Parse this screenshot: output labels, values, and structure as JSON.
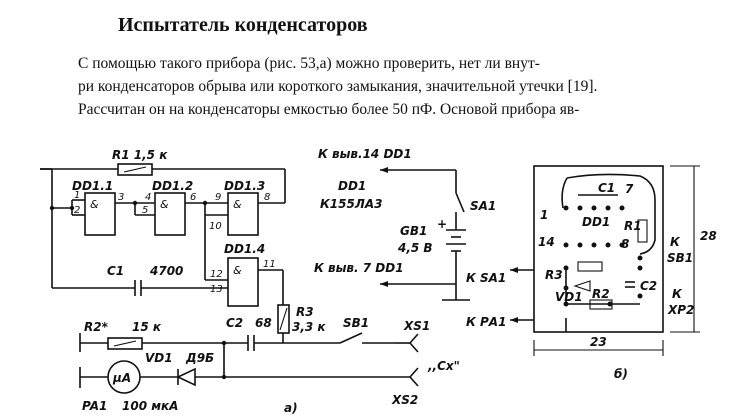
{
  "title": "Испытатель конденсаторов",
  "paragraph_lines": [
    "С помощью такого прибора (рис. 53,а) можно проверить, нет ли внут-",
    "ри конденсаторов обрыва или короткого замыкания, значительной утечки [19].",
    "Рассчитан он на конденсаторы емкостью более 50 пФ. Основой прибора яв-"
  ],
  "schematic": {
    "r1": "R1  1,5 к",
    "dd1_1": "DD1.1",
    "dd1_2": "DD1.2",
    "dd1_3": "DD1.3",
    "dd1_4": "DD1.4",
    "gate_symbol": "&",
    "pin_1": "1",
    "pin_2": "2",
    "pin_3": "3",
    "pin_4": "4",
    "pin_5": "5",
    "pin_6": "6",
    "pin_8": "8",
    "pin_9": "9",
    "pin_10": "10",
    "pin_11": "11",
    "pin_12": "12",
    "pin_13": "13",
    "c1": "C1",
    "c1_value": "4700",
    "to_pin14": "К выв.14 DD1",
    "chip": "DD1",
    "chip_type": "К155ЛА3",
    "sa1": "SA1",
    "gb1": "GB1",
    "gb1_value": "4,5 В",
    "plus": "+",
    "to_pin7": "К выв. 7  DD1",
    "r3": "R3",
    "r3_value": "3,3 к",
    "c2": "C2",
    "c2_value": "68",
    "sb1": "SB1",
    "r2": "R2*",
    "r2_value": "15 к",
    "vd1": "VD1",
    "d_type": "Д9Б",
    "meter": "μA",
    "pa1": "PA1",
    "pa1_value": "100 мкА",
    "xs1": "XS1",
    "xs2": "XS2",
    "cx": ",,Cx\"",
    "caption_a": "а)"
  },
  "board": {
    "c1": "C1",
    "dd1": "DD1",
    "r1": "R1",
    "r3": "R3",
    "vd1": "VD1",
    "r2": "R2",
    "c2": "C2",
    "n1": "1",
    "n7": "7",
    "n14": "14",
    "n8": "8",
    "k1": "К",
    "sb1": "SB1",
    "sa1": "К  SA1",
    "k2": "К",
    "xp2": "XP2",
    "pa1": "К  РА1",
    "width": "23",
    "height": "28",
    "caption_b": "б)"
  }
}
